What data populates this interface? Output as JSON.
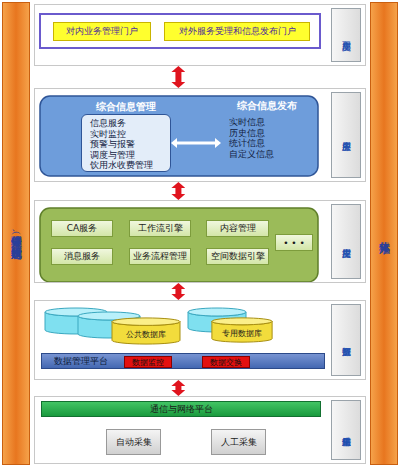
{
  "diagram": {
    "nodes": [
      {
        "text": [
          "保障体系（安全管理、建设与运行管理机制）"
        ]
      },
      {
        "text": [
          "应用交互层"
        ]
      },
      {
        "text": [
          "对内业务管理门户"
        ],
        "in": 1
      },
      {
        "text": [
          "对外服务受理和信息发布门户"
        ],
        "in": 1
      },
      {
        "text": [
          "业务应用层"
        ]
      },
      {
        "text": [
          "综合信息管理",
          "信息服务 实时监控 预警与报警 调度与管理 饮用水收费管理"
        ],
        "in": 4
      },
      {
        "text": [
          "综合信息发布",
          "实时信息 历史信息 统计信息 自定义信息"
        ],
        "in": 4
      },
      {
        "text": [
          "应用支撑层"
        ]
      },
      {
        "text": [
          "CA服务"
        ],
        "in": 7
      },
      {
        "text": [
          "工作流引擎"
        ],
        "in": 7
      },
      {
        "text": [
          "内容管理"
        ],
        "in": 7
      },
      {
        "text": [
          "消息服务"
        ],
        "in": 7
      },
      {
        "text": [
          "业务流程管理"
        ],
        "in": 7
      },
      {
        "text": [
          "空间数据引擎"
        ],
        "in": 7
      },
      {
        "text": [
          "• • •"
        ],
        "in": 7
      },
      {
        "text": [
          "数据资源层"
        ]
      },
      {
        "text": [
          "公共数据库"
        ],
        "in": 15
      },
      {
        "text": [
          "专用数据库"
        ],
        "in": 15
      },
      {
        "text": [
          "数据管理平台"
        ],
        "in": 15
      },
      {
        "text": [
          "数据监控"
        ],
        "in": 18
      },
      {
        "text": [
          "数据交换"
        ],
        "in": 18
      },
      {
        "text": [
          "信息采集传输层"
        ]
      },
      {
        "text": [
          "通信与网络平台"
        ],
        "in": 21
      },
      {
        "text": [
          "自动采集"
        ],
        "in": 21
      },
      {
        "text": [
          "人工采集"
        ],
        "in": 21
      },
      {
        "text": [
          "标准化体系"
        ]
      }
    ],
    "edges": [
      {
        "from": 1,
        "to": 4,
        "arrow": "both"
      },
      {
        "from": 5,
        "to": 6,
        "arrow": "both"
      },
      {
        "from": 4,
        "to": 7,
        "arrow": "both"
      },
      {
        "from": 7,
        "to": 15,
        "arrow": "both"
      },
      {
        "from": 15,
        "to": 21,
        "arrow": "both"
      }
    ]
  }
}
